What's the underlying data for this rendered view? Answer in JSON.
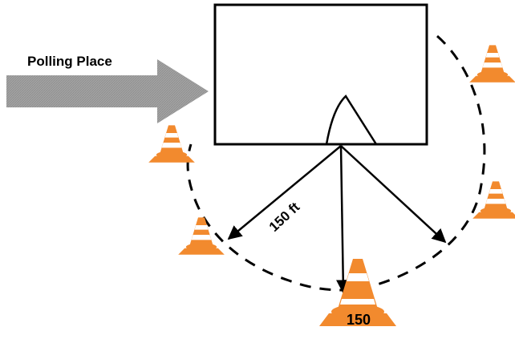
{
  "labels": {
    "title": "Polling Place",
    "distance": "150 ft",
    "cone_number": "150"
  },
  "colors": {
    "cone": "#f28a2e",
    "cone_stripe": "#ffffff",
    "arrow": "#9a9a9a",
    "line": "#000000"
  },
  "icons": {
    "building": "rectangle",
    "door": "door-swing-icon",
    "cone": "traffic-cone-icon",
    "arrow": "block-arrow-right-icon"
  }
}
